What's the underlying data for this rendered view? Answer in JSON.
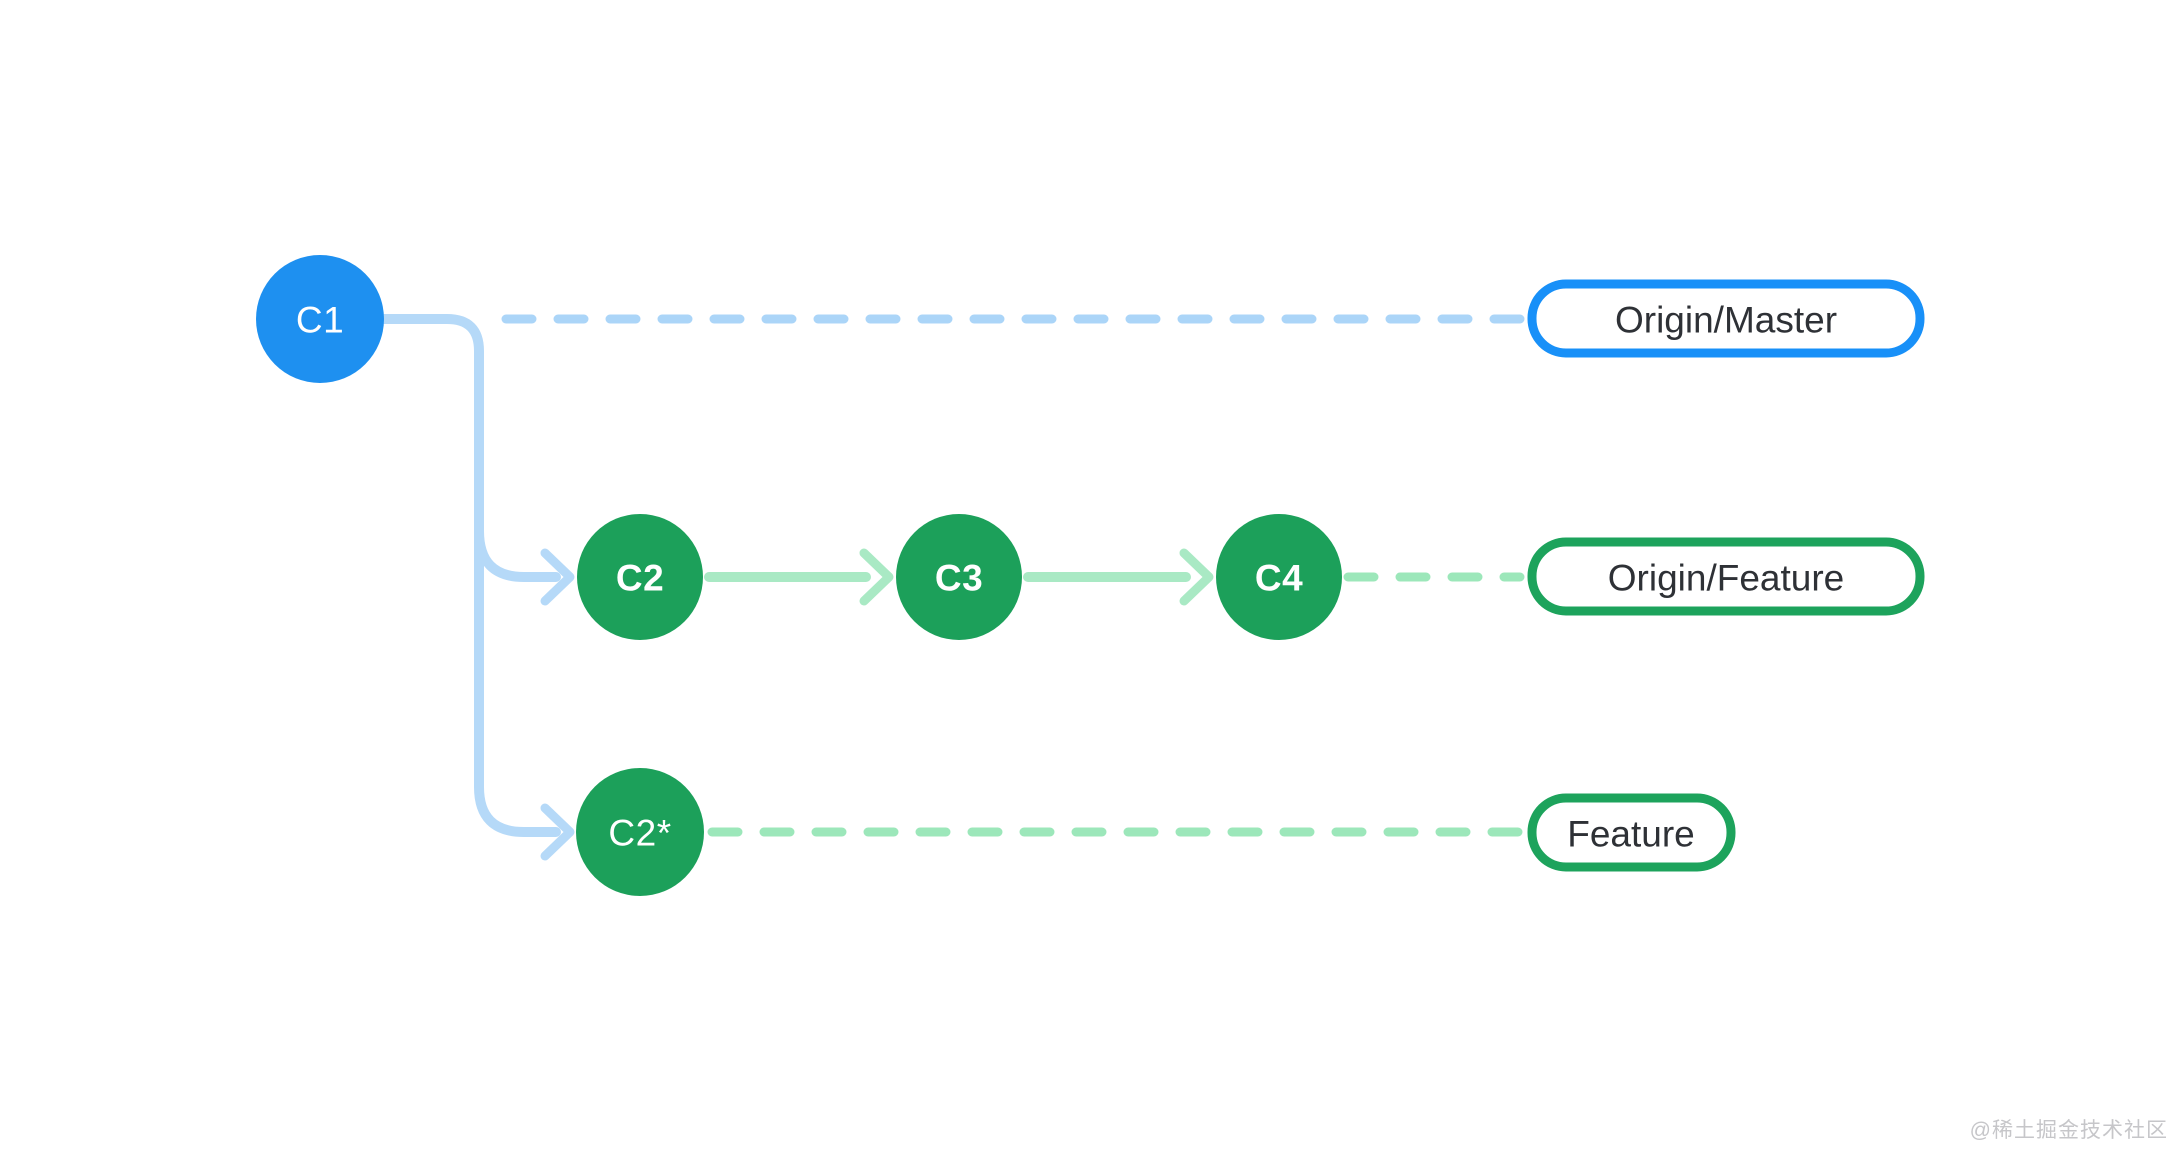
{
  "nodes": {
    "c1": {
      "label": "C1",
      "color": "#1e90f0"
    },
    "c2": {
      "label": "C2",
      "color": "#1ca05a"
    },
    "c3": {
      "label": "C3",
      "color": "#1ca05a"
    },
    "c4": {
      "label": "C4",
      "color": "#1ca05a"
    },
    "c2_star": {
      "label": "C2*",
      "color": "#1ca05a"
    }
  },
  "branch_labels": {
    "origin_master": {
      "label": "Origin/Master",
      "border_color": "#1890f8"
    },
    "origin_feature": {
      "label": "Origin/Feature",
      "border_color": "#1da35c"
    },
    "feature": {
      "label": "Feature",
      "border_color": "#1da35c"
    }
  },
  "colors": {
    "connector_blue": "#b5d9f8",
    "dash_blue": "#abd5f8",
    "arrow_green": "#a9e9c4",
    "dash_green": "#9ce7ba",
    "label_text": "#2e3136",
    "node_text": "#ffffff",
    "background": "#ffffff"
  },
  "watermark": "@稀土掘金技术社区"
}
